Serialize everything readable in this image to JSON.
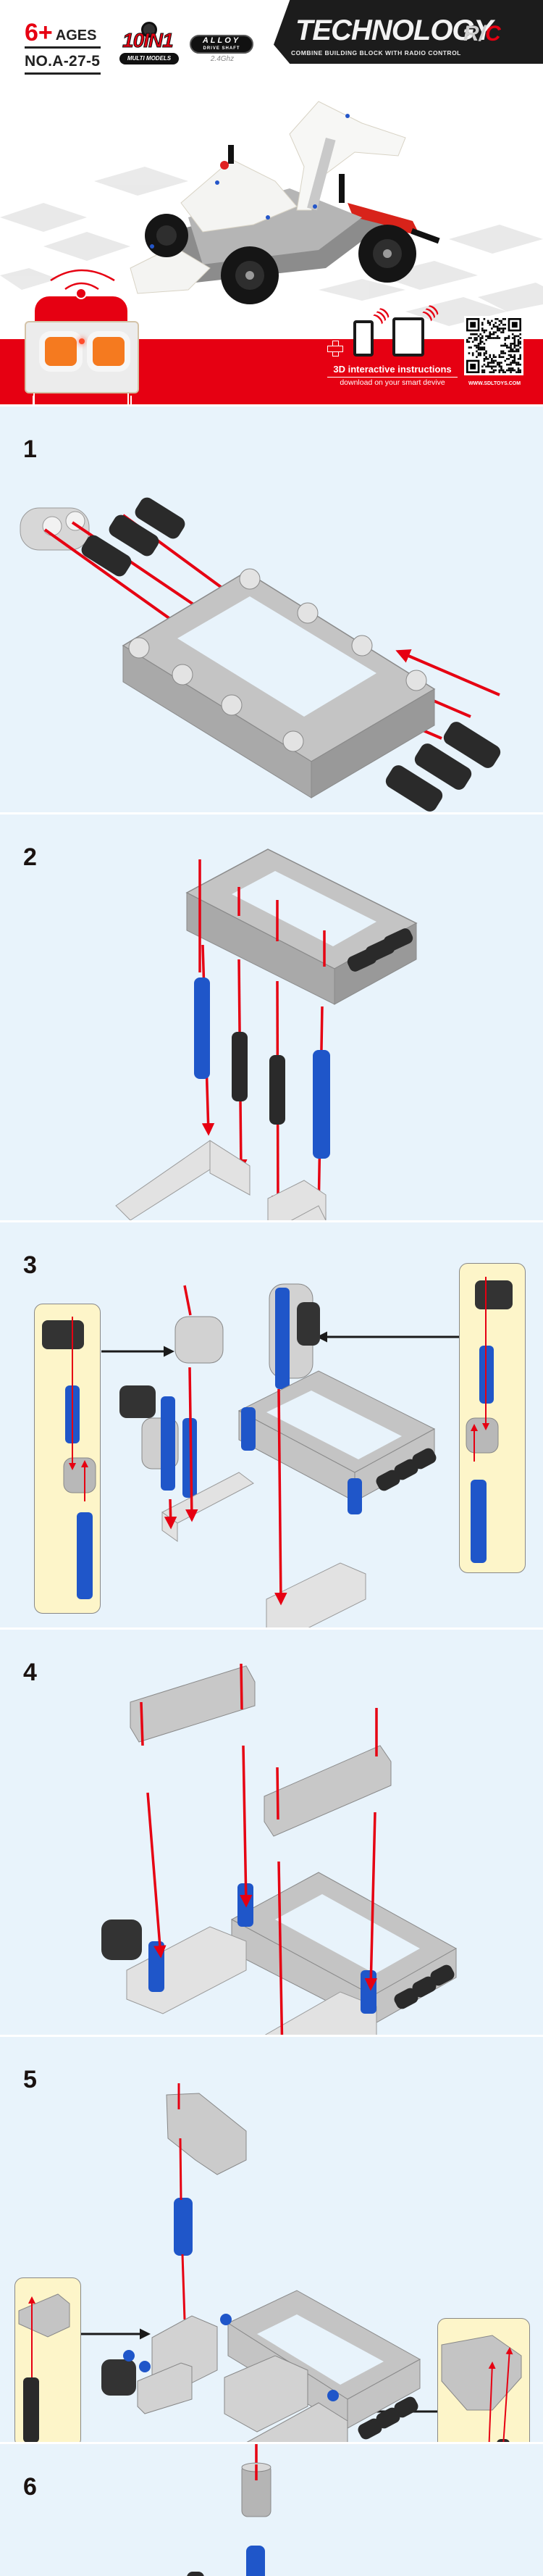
{
  "header": {
    "age_number": "6+",
    "age_label": "AGES",
    "model_number": "NO.A-27-5",
    "badge_models": {
      "main": "10IN1",
      "sub": "MULTI MODELS"
    },
    "badge_alloy": {
      "main": "ALLOY",
      "sub": "DRIVE SHAFT",
      "frequency": "2.4Ghz"
    },
    "brand": {
      "title": "TECHNOLOGY",
      "suffix_r": "R/",
      "suffix_c": "C",
      "subtitle": "COMBINE BUILDING BLOCK WITH RADIO CONTROL"
    },
    "promo": {
      "title": "3D interactive instructions",
      "subtitle": "download on your smart devive"
    },
    "qr": {
      "url": "WWW.SDLTOYS.COM"
    },
    "icons": [
      "remote-controller-icon",
      "smartphone-icon",
      "tablet-icon",
      "wifi-signal-icon",
      "plus-icon",
      "qr-code-icon"
    ],
    "colors": {
      "brand_red": "#e60012",
      "banner_black": "#1c1c1c"
    }
  },
  "steps": [
    {
      "number": "1",
      "has_callouts": false
    },
    {
      "number": "2",
      "has_callouts": false
    },
    {
      "number": "3",
      "has_callouts": true,
      "callout_count": 2
    },
    {
      "number": "4",
      "has_callouts": false
    },
    {
      "number": "5",
      "has_callouts": true,
      "callout_count": 2
    },
    {
      "number": "6",
      "has_callouts": false
    }
  ],
  "colors": {
    "step_background": "#e8f3fb",
    "callout_background": "#fdf5c9",
    "arrow_red": "#e60012",
    "arrow_black": "#1a1a1a",
    "part_gray": "#b9b9b9",
    "part_light": "#e2e2e2",
    "pin_black": "#2a2a2a",
    "pin_blue": "#1f56c9"
  }
}
